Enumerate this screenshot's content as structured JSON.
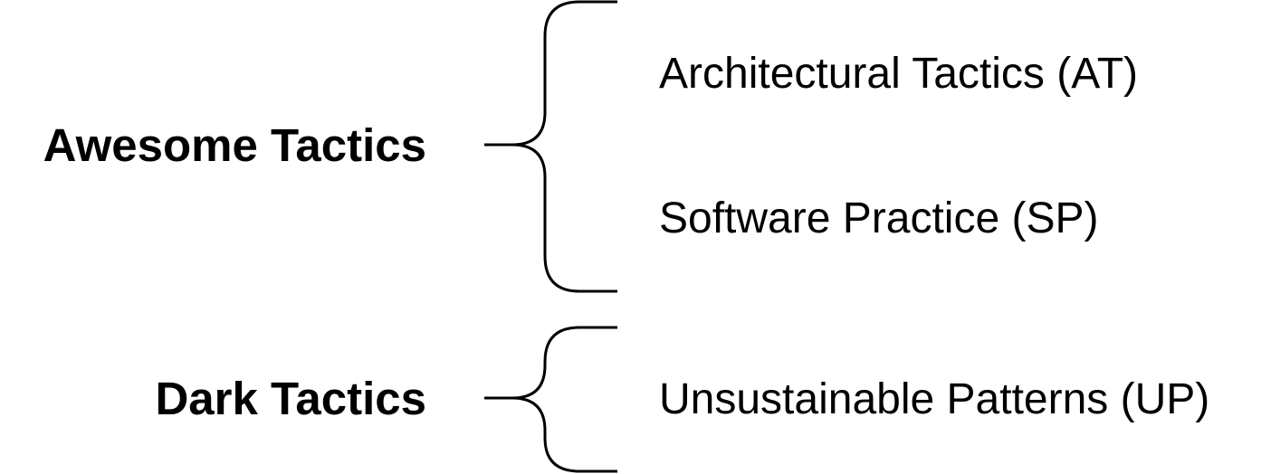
{
  "groups": [
    {
      "label": "Awesome Tactics",
      "items": [
        "Architectural Tactics (AT)",
        "Software Practice (SP)"
      ]
    },
    {
      "label": "Dark Tactics",
      "items": [
        "Unsustainable Patterns (UP)"
      ]
    }
  ],
  "colors": {
    "text": "#000000",
    "background": "#ffffff",
    "brace": "#000000"
  }
}
